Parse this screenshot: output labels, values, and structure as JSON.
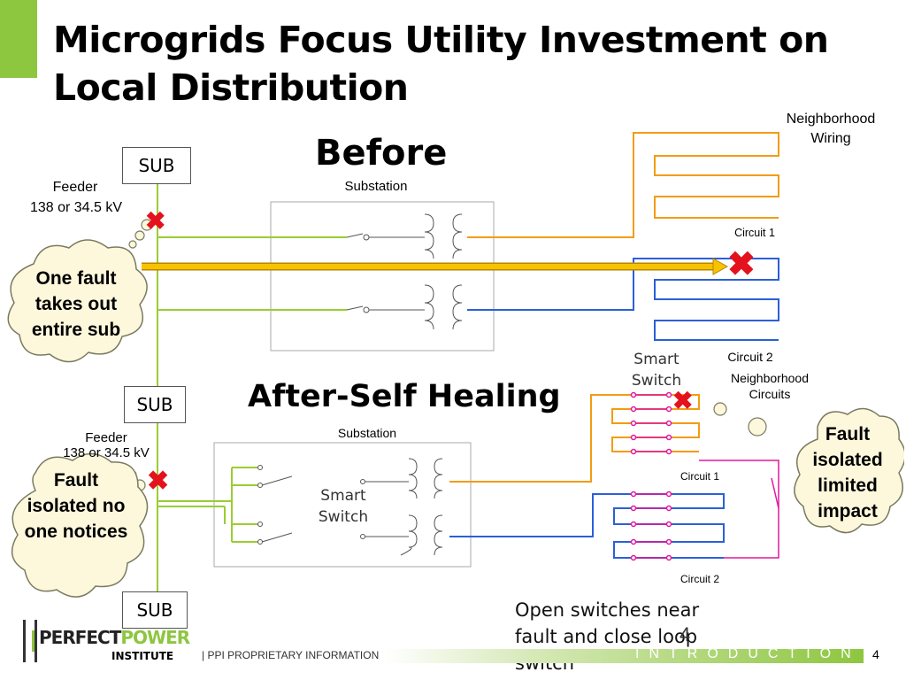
{
  "title": "Microgrids Focus Utility Investment on Local Distribution",
  "before": {
    "heading": "Before",
    "sub_label": "SUB",
    "feeder": "Feeder",
    "feeder_kv": "138 or 34.5 kV",
    "substation": "Substation",
    "neighborhood_wiring": "Neighborhood Wiring",
    "circuit1": "Circuit 1",
    "circuit2": "Circuit 2",
    "cloud": "One fault takes out entire sub"
  },
  "middle_sub_label": "SUB",
  "after": {
    "heading": "After-Self Healing",
    "feeder": "Feeder",
    "feeder_kv": "138 or 34.5 kV",
    "substation": "Substation",
    "smart_switch_inside": "Smart Switch",
    "smart_switch_top": "Smart Switch",
    "neighborhood_circuits": "Neighborhood Circuits",
    "circuit1": "Circuit 1",
    "circuit2": "Circuit 2",
    "cloud_left": "Fault isolated no one notices",
    "cloud_right": "Fault isolated limited impact"
  },
  "bottom_sub_label": "SUB",
  "bottom_note": "Open switches near fault and close loop switch",
  "overlap_number": "4",
  "footer": {
    "logo_line1a": "PERFECT",
    "logo_line1b": "POWER",
    "logo_line2": "INSTITUTE",
    "ppi_text": "| PPI PROPRIETARY INFORMATION",
    "section": "INTRODUCTION",
    "page": "4"
  },
  "colors": {
    "accent_green": "#8dc63f",
    "feeder_green": "#9acd32",
    "circuit_orange": "#f39c12",
    "circuit_blue": "#2b5fd9",
    "switch_magenta": "#e0189e",
    "fault_red": "#e3121d",
    "arrow_yellow": "#f7c300"
  }
}
